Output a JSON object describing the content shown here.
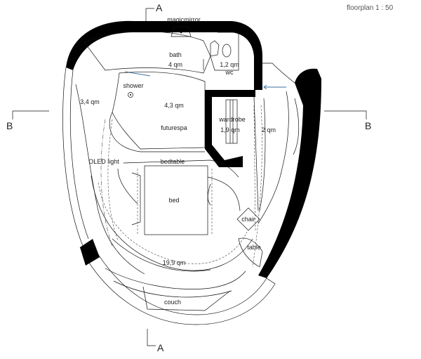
{
  "title": "floorplan   1 : 50",
  "section_labels": {
    "a_top": "A",
    "a_bottom": "A",
    "b_left": "B",
    "b_right": "B"
  },
  "rooms": {
    "magicmirror": "magicmirror",
    "bath": "bath",
    "bath_area": "4 qm",
    "wc_area": "1,2 qm",
    "wc": "wc",
    "shower": "shower",
    "spa_area": "4,3 qm",
    "futurespa": "futurespa",
    "side_area": "3,4 qm",
    "wardrobe": "wardrobe",
    "wardrobe_area": "1,9 qm",
    "corridor_area": "2 qm",
    "oled_light": "OLED light",
    "bedtable": "bedtable",
    "bed": "bed",
    "chair": "chair",
    "table": "table",
    "main_area": "19,9 qm",
    "couch": "couch"
  },
  "colors": {
    "wall": "#000000",
    "line": "#111111",
    "accent": "#3a6f9f",
    "text": "#222222"
  }
}
